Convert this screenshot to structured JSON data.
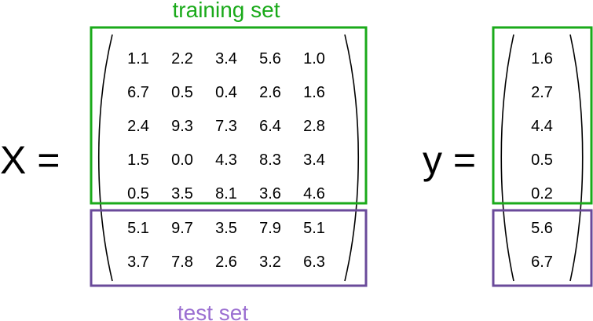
{
  "captions": {
    "training": "training set",
    "test": "test set"
  },
  "labels": {
    "x": "X =",
    "y": "y ="
  },
  "colors": {
    "training": "#1aaa1a",
    "test": "#6a4a9a",
    "training_text": "#1aaa1a",
    "test_text": "#9b6fd1"
  },
  "X": {
    "rows": [
      [
        "1.1",
        "2.2",
        "3.4",
        "5.6",
        "1.0"
      ],
      [
        "6.7",
        "0.5",
        "0.4",
        "2.6",
        "1.6"
      ],
      [
        "2.4",
        "9.3",
        "7.3",
        "6.4",
        "2.8"
      ],
      [
        "1.5",
        "0.0",
        "4.3",
        "8.3",
        "3.4"
      ],
      [
        "0.5",
        "3.5",
        "8.1",
        "3.6",
        "4.6"
      ],
      [
        "5.1",
        "9.7",
        "3.5",
        "7.9",
        "5.1"
      ],
      [
        "3.7",
        "7.8",
        "2.6",
        "3.2",
        "6.3"
      ]
    ]
  },
  "y": {
    "values": [
      "1.6",
      "2.7",
      "4.4",
      "0.5",
      "0.2",
      "5.6",
      "6.7"
    ]
  },
  "split": {
    "training_rows": 5,
    "test_rows": 2
  }
}
